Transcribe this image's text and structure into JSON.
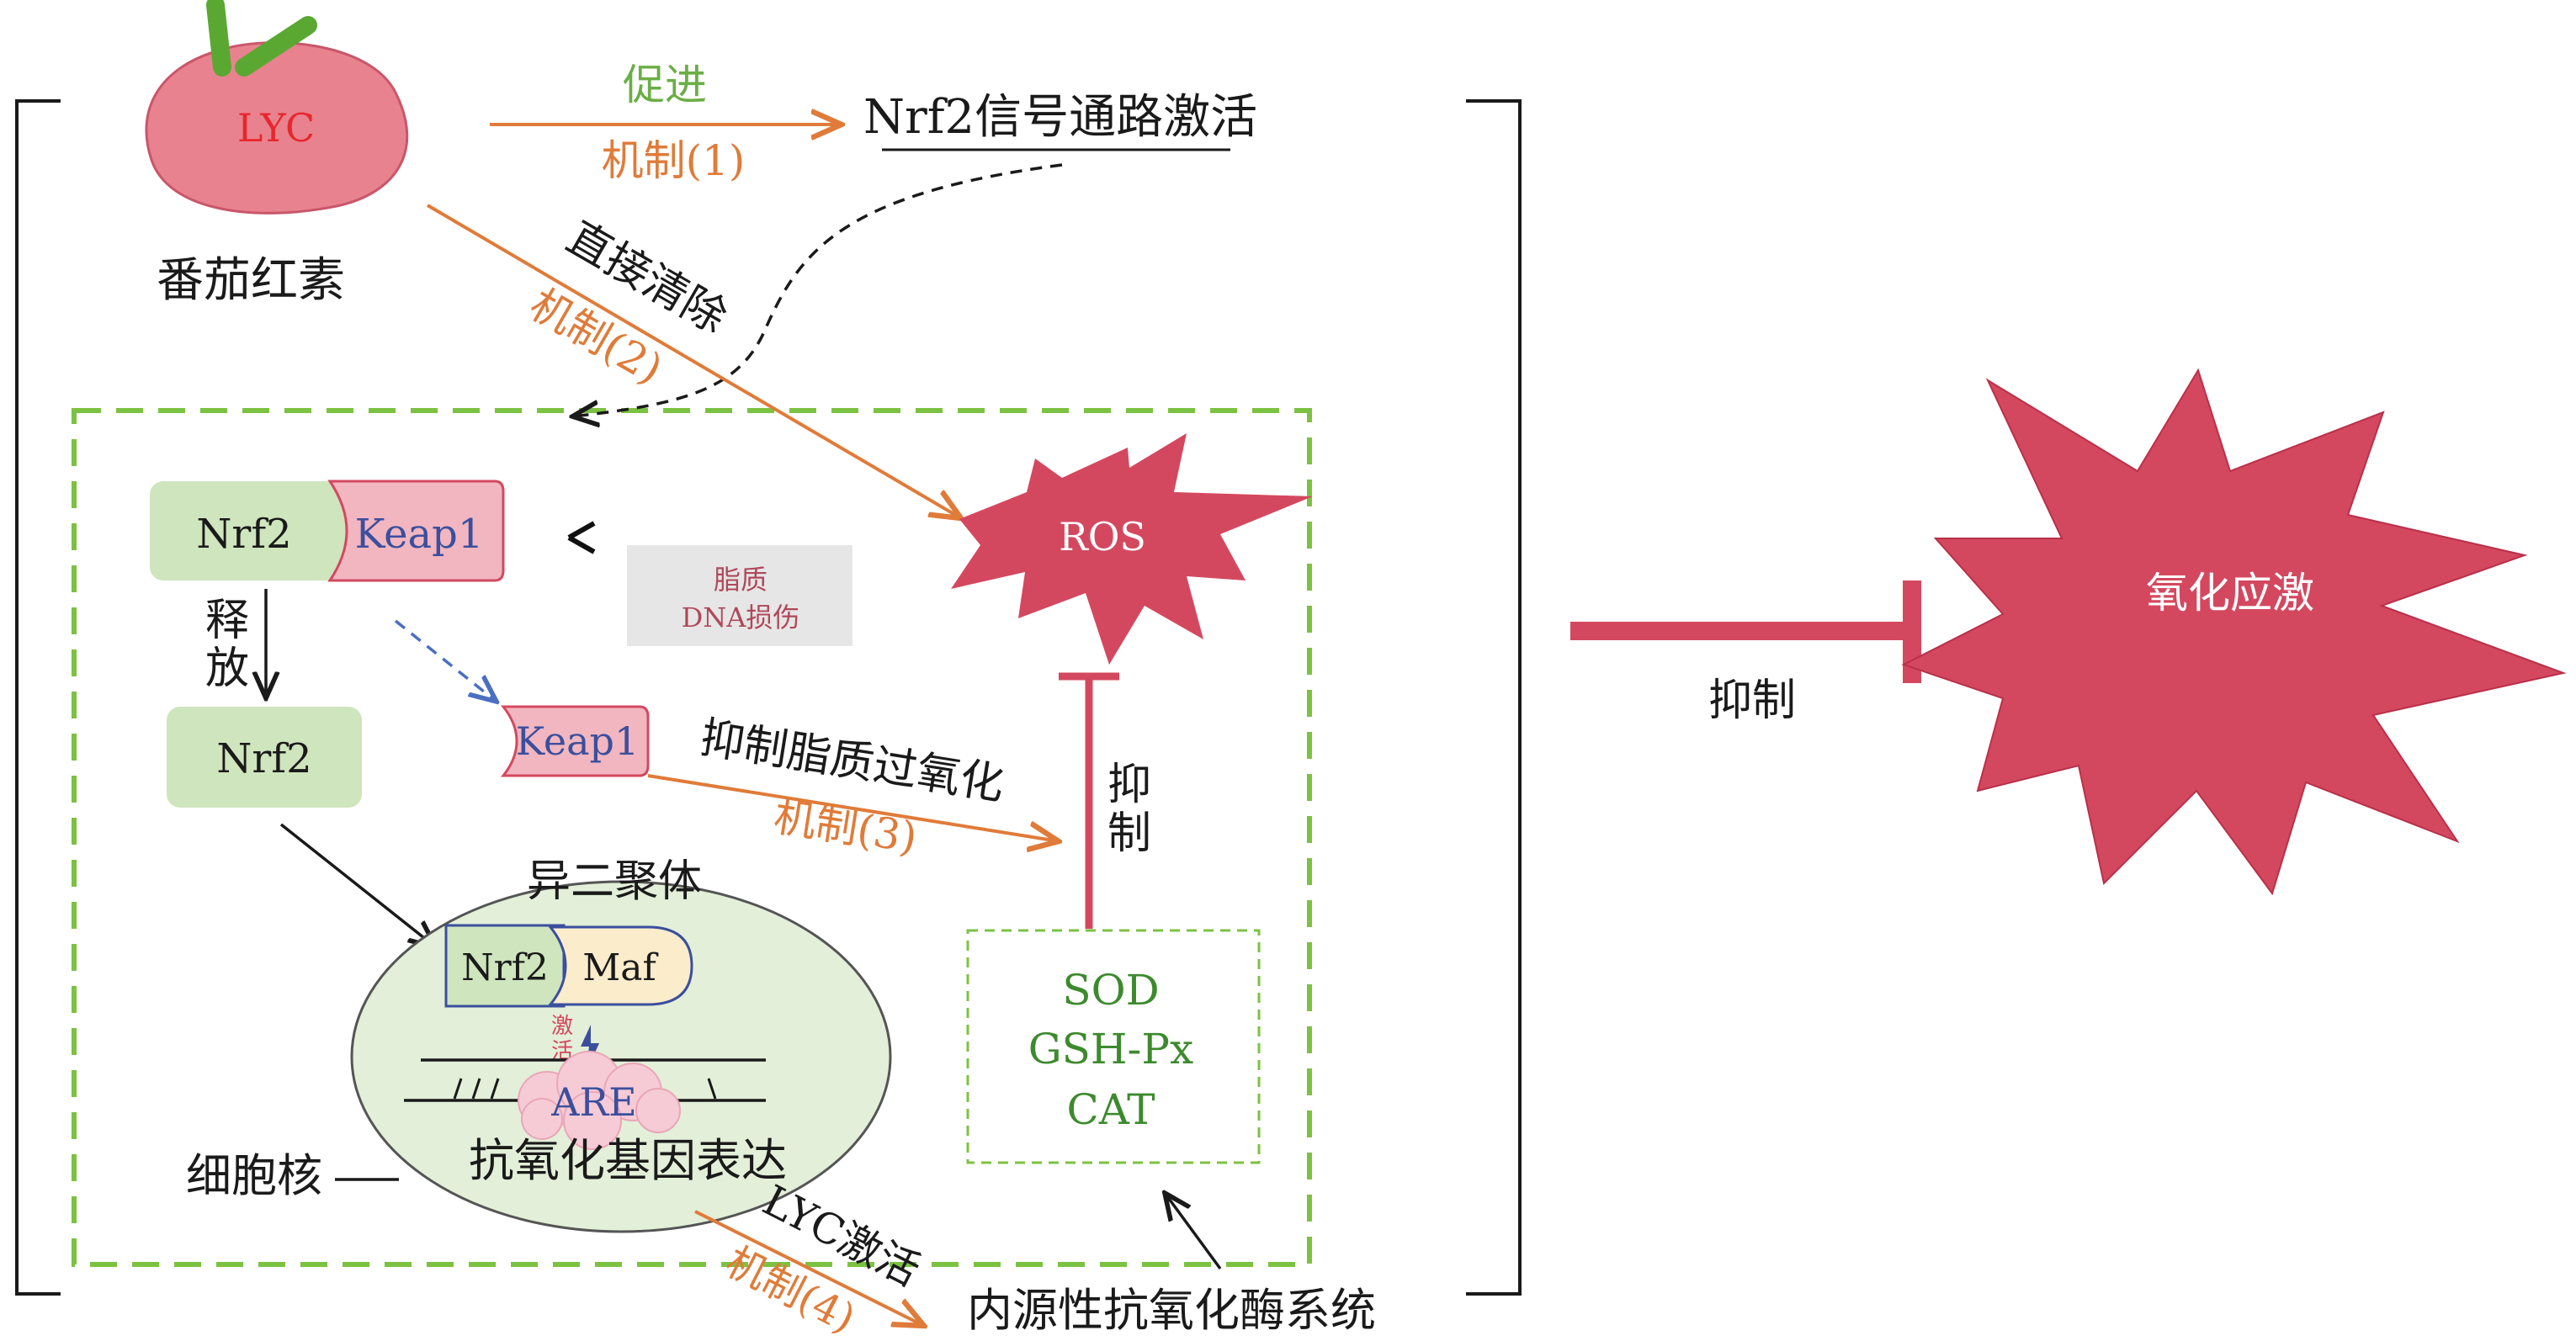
{
  "lycopene": {
    "fruit_label": "LYC",
    "name": "番茄红素"
  },
  "mechanism1": {
    "verb": "促进",
    "tag": "机制(1)",
    "target": "Nrf2信号通路激活"
  },
  "mechanism2": {
    "verb": "直接清除",
    "tag": "机制(2)"
  },
  "ros": {
    "label": "ROS"
  },
  "damage": {
    "line1": "脂质",
    "line2": "DNA损伤"
  },
  "complex": {
    "nrf2": "Nrf2",
    "keap1": "Keap1"
  },
  "release": {
    "c1": "释",
    "c2": "放"
  },
  "free_nrf2": "Nrf2",
  "free_keap1": "Keap1",
  "mechanism3": {
    "verb": "抑制脂质过氧化",
    "tag": "机制(3)"
  },
  "inhibit_vertical": {
    "c1": "抑",
    "c2": "制"
  },
  "heterodimer": {
    "title": "异二聚体",
    "nrf2": "Nrf2",
    "maf": "Maf"
  },
  "activate": {
    "c1": "激",
    "c2": "活"
  },
  "are": "ARE",
  "gene_expression": "抗氧化基因表达",
  "nucleus": "细胞核",
  "enzymes": {
    "e1": "SOD",
    "e2": "GSH-Px",
    "e3": "CAT"
  },
  "mechanism4": {
    "verb": "LYC激活",
    "tag": "机制(4)"
  },
  "enzyme_system": "内源性抗氧化酶系统",
  "inhibit_main": "抑制",
  "oxidative_stress": "氧化应激",
  "colors": {
    "orange": "#e07b39",
    "green": "#6aae45",
    "dashed_green": "#7cc242",
    "crimson": "#d4485f",
    "nrf2_fill": "#cfe5bd",
    "keap1_fill": "#f2b6c0",
    "nucleus_fill": "#e3efd8",
    "maf_fill": "#fbeccc"
  }
}
